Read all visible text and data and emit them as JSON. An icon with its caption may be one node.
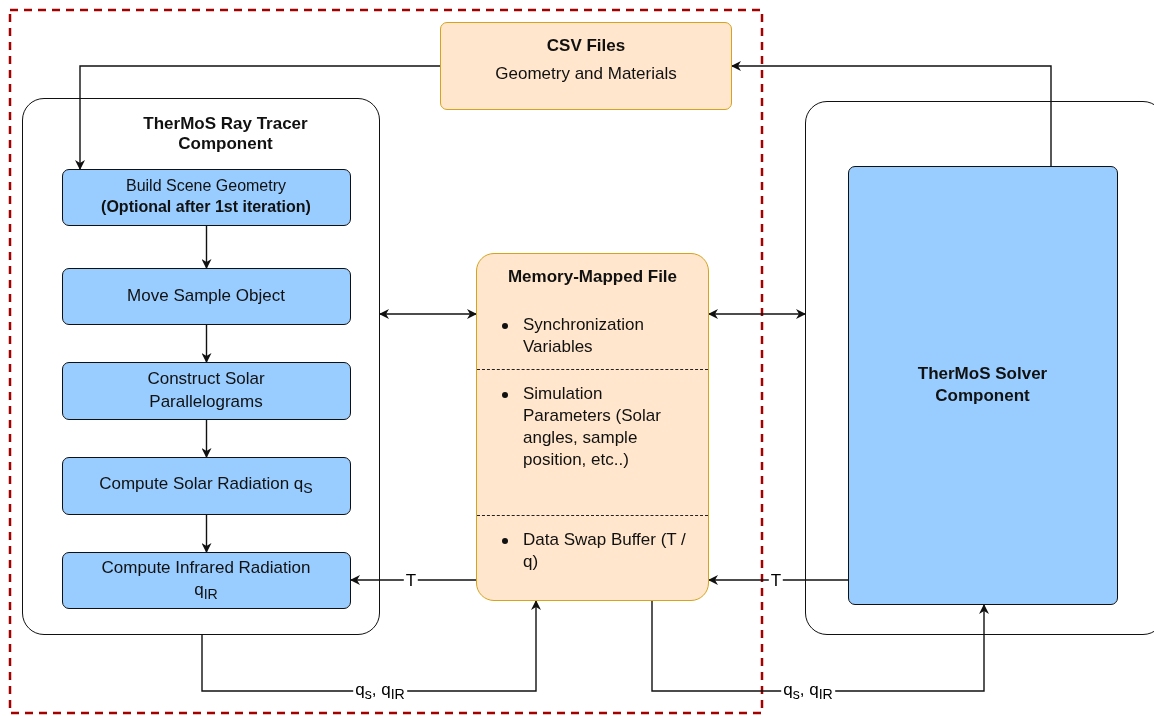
{
  "diagram": {
    "nodes": [
      {
        "text": [
          "CSV Files",
          "Geometry and Materials"
        ]
      },
      {
        "text": [
          "TherMoS Ray Tracer Component"
        ]
      },
      {
        "text": [
          "Build Scene Geometry **(Optional after 1st iteration)**"
        ],
        "in": 1
      },
      {
        "text": [
          "Move Sample Object"
        ],
        "in": 1
      },
      {
        "text": [
          "Construct Solar Parallelograms"
        ],
        "in": 1
      },
      {
        "text": [
          "Compute Solar Radiation q$_{S}$"
        ],
        "in": 1
      },
      {
        "text": [
          "Compute Infrared Radiation q$_{IR}$"
        ],
        "in": 1
      },
      {
        "text": [
          "Memory-Mapped File",
          "Synchronization Variables",
          "Simulation Parameters (Solar angles, sample position, etc..)",
          "Data Swap Buffer (T / q)"
        ]
      },
      {
        "text": [],
        "shape": "box"
      },
      {
        "text": [
          "TherMoS Solver Component"
        ],
        "in": 8
      }
    ],
    "edges": [
      {
        "from": 0,
        "to": 2,
        "arrow": "to"
      },
      {
        "from": 9,
        "to": 0,
        "arrow": "to"
      },
      {
        "from": 2,
        "to": 3,
        "arrow": "to"
      },
      {
        "from": 3,
        "to": 4,
        "arrow": "to"
      },
      {
        "from": 4,
        "to": 5,
        "arrow": "to"
      },
      {
        "from": 5,
        "to": 6,
        "arrow": "to"
      },
      {
        "from": 1,
        "to": 7,
        "arrow": "both"
      },
      {
        "from": 7,
        "to": 8,
        "arrow": "both"
      },
      {
        "from": 7,
        "to": 6,
        "arrow": "to",
        "label": "T"
      },
      {
        "from": 9,
        "to": 7,
        "arrow": "to",
        "label": "T"
      },
      {
        "from": 1,
        "to": 7,
        "arrow": "to",
        "label": "q$_{s}$, q$_{IR}$"
      },
      {
        "from": 7,
        "to": 9,
        "arrow": "to",
        "label": "q$_{s}$, q$_{IR}$"
      }
    ]
  }
}
